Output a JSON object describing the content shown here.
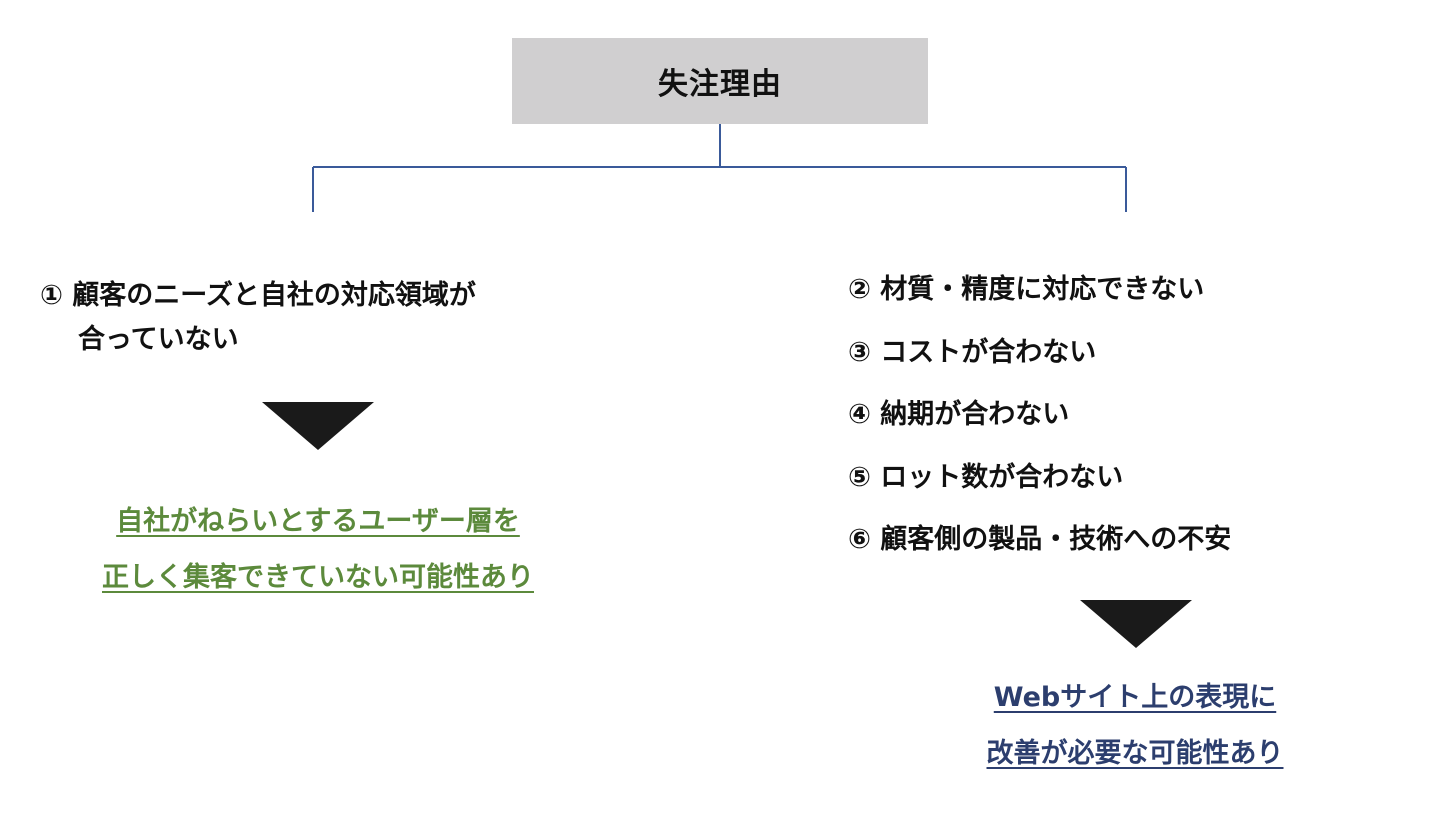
{
  "root": {
    "label": "失注理由"
  },
  "left_branch": {
    "reason_line1": "① 顧客のニーズと自社の対応領域が",
    "reason_line2": "合っていない",
    "conclusion_line1": "自社がねらいとするユーザー層を",
    "conclusion_line2": "正しく集客できていない可能性あり"
  },
  "right_branch": {
    "reasons": [
      "② 材質・精度に対応できない",
      "③ コストが合わない",
      "④ 納期が合わない",
      "⑤ ロット数が合わない",
      "⑥ 顧客側の製品・技術への不安"
    ],
    "conclusion_line1": "Webサイト上の表現に",
    "conclusion_line2": "改善が必要な可能性あり"
  },
  "colors": {
    "root_fill": "#d0cfd0",
    "connector": "#3a5a9a",
    "arrow": "#1a1a1a",
    "left_conclusion": "#5c8a3c",
    "right_conclusion": "#2c3e6e"
  }
}
